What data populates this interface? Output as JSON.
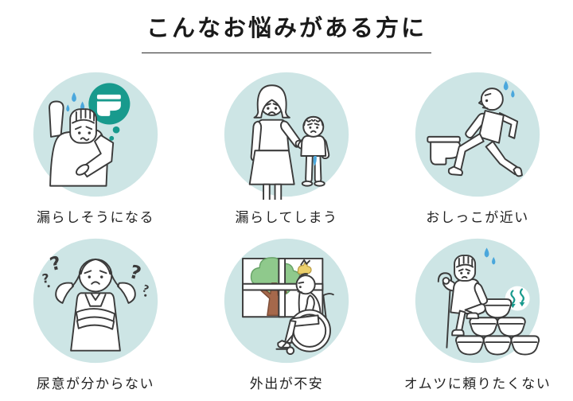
{
  "title": "こんなお悩みがある方に",
  "items": [
    {
      "caption": "漏らしそうになる",
      "icon": "person-raising-hand-thinking-of-toilet"
    },
    {
      "caption": "漏らしてしまう",
      "icon": "mother-and-child-wet-pants"
    },
    {
      "caption": "おしっこが近い",
      "icon": "person-rushing-to-toilet"
    },
    {
      "caption": "尿意が分からない",
      "icon": "confused-woman-question-marks"
    },
    {
      "caption": "外出が不安",
      "icon": "person-in-wheelchair-by-window"
    },
    {
      "caption": "オムツに頼りたくない",
      "icon": "elderly-man-on-diaper-pile"
    }
  ],
  "glyphs": {
    "question_mark": "?"
  },
  "colors": {
    "circle_bg": "#cde5e5",
    "accent_teal": "#189a8d",
    "sweat_blue": "#4aa7dc",
    "line": "#3b3b3b",
    "tree_green": "#8fc98c",
    "trunk_brown": "#a5684b",
    "bird_yellow": "#ecd06b",
    "title_text": "#1a1a1a"
  }
}
